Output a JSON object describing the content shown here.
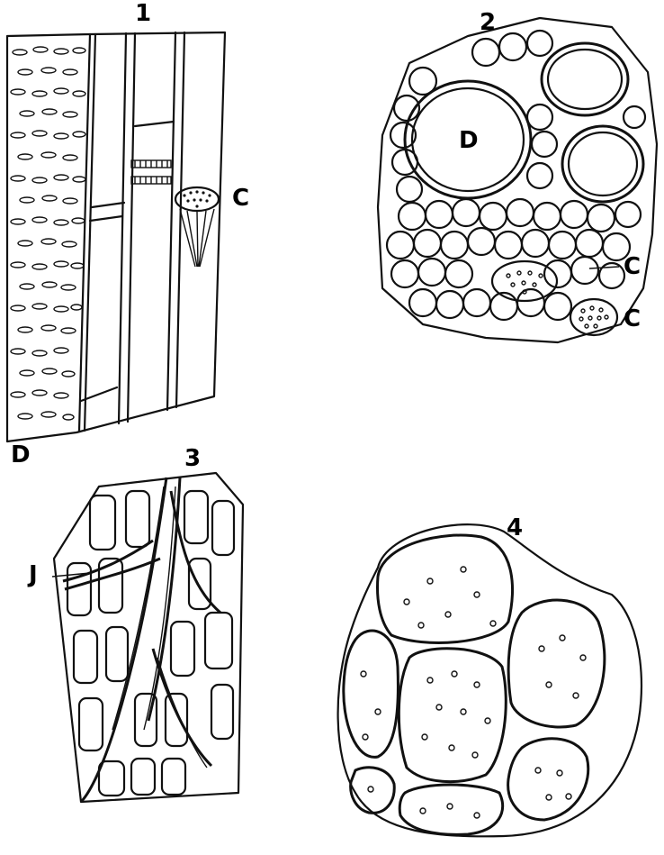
{
  "figures": [
    {
      "number": "1",
      "labels": [
        "C",
        "D"
      ]
    },
    {
      "number": "2",
      "labels": [
        "D",
        "C",
        "C"
      ]
    },
    {
      "number": "3",
      "labels": [
        "J"
      ]
    },
    {
      "number": "4",
      "labels": []
    }
  ]
}
